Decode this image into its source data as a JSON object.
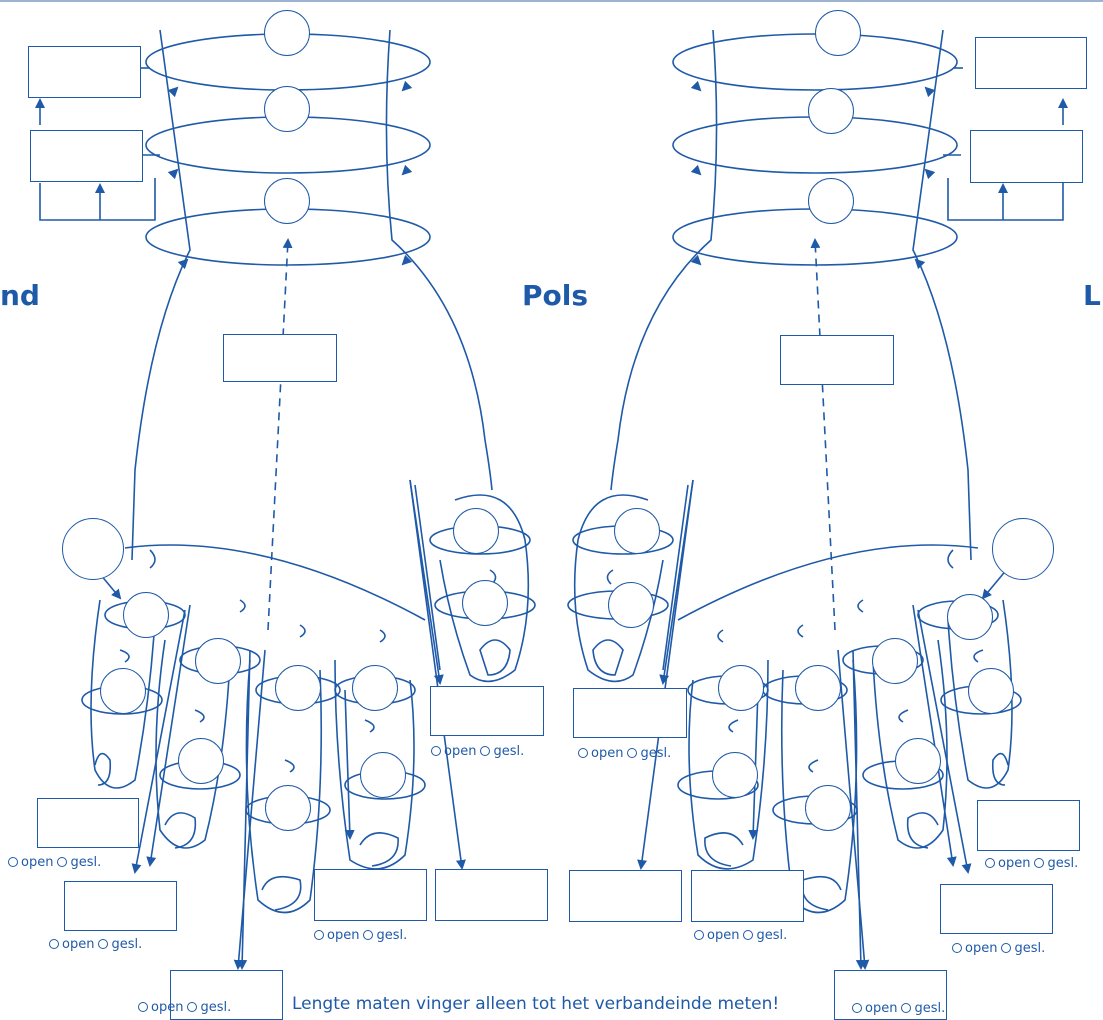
{
  "titles": {
    "left_hand": "nd",
    "wrist": "Pols",
    "right_hand": "Li"
  },
  "radio_options": {
    "open": "open",
    "closed": "gesl."
  },
  "footer_note": "Lengte maten vinger alleen tot het verbandeinde meten!",
  "colors": {
    "line": "#1f5aa8",
    "text": "#1f5aa8",
    "background": "#ffffff"
  }
}
